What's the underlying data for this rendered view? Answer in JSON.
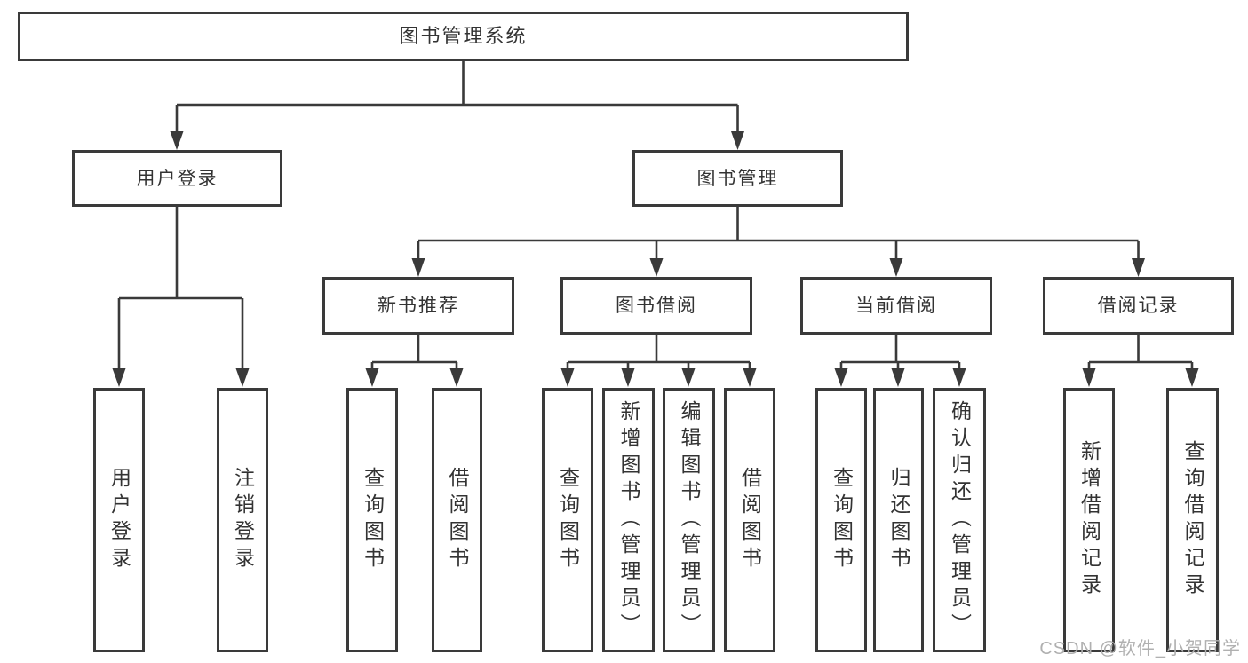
{
  "diagram": {
    "title_node": {
      "label": "图书管理系统"
    },
    "level2": [
      {
        "id": "user-login",
        "label": "用户登录"
      },
      {
        "id": "book-management",
        "label": "图书管理"
      }
    ],
    "level3": [
      {
        "id": "new-book-recommend",
        "parent": "图书管理",
        "label": "新书推荐"
      },
      {
        "id": "book-borrowing",
        "parent": "图书管理",
        "label": "图书借阅"
      },
      {
        "id": "current-borrowing",
        "parent": "图书管理",
        "label": "当前借阅"
      },
      {
        "id": "borrowing-records",
        "parent": "图书管理",
        "label": "借阅记录"
      }
    ],
    "leaves": [
      {
        "parent": "用户登录",
        "label": "用户登录"
      },
      {
        "parent": "用户登录",
        "label": "注销登录"
      },
      {
        "parent": "新书推荐",
        "label": "查询图书"
      },
      {
        "parent": "新书推荐",
        "label": "借阅图书"
      },
      {
        "parent": "图书借阅",
        "label": "查询图书"
      },
      {
        "parent": "图书借阅",
        "label": "新增图书（管理员）"
      },
      {
        "parent": "图书借阅",
        "label": "编辑图书（管理员）"
      },
      {
        "parent": "图书借阅",
        "label": "借阅图书"
      },
      {
        "parent": "当前借阅",
        "label": "查询图书"
      },
      {
        "parent": "当前借阅",
        "label": "归还图书"
      },
      {
        "parent": "当前借阅",
        "label": "确认归还（管理员）"
      },
      {
        "parent": "借阅记录",
        "label": "新增借阅记录"
      },
      {
        "parent": "借阅记录",
        "label": "查询借阅记录"
      }
    ]
  },
  "watermark": {
    "text": "CSDN @软件_小贺同学"
  },
  "colors": {
    "line": "#3a3a3a",
    "text": "#333333",
    "background": "#ffffff",
    "watermark": "#b0b0b0"
  }
}
